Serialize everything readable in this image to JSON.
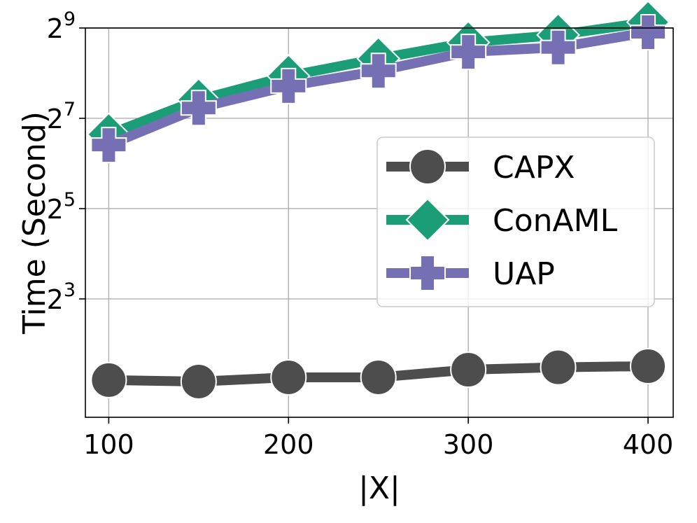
{
  "chart_data": {
    "type": "line",
    "xlabel": "|X|",
    "ylabel": "Time (Second)",
    "x": [
      100,
      150,
      200,
      250,
      300,
      350,
      400
    ],
    "xticks": [
      {
        "value": 100,
        "label": "100"
      },
      {
        "value": 200,
        "label": "200"
      },
      {
        "value": 300,
        "label": "300"
      },
      {
        "value": 400,
        "label": "400"
      }
    ],
    "yscale": "log2",
    "xlim": [
      87,
      414
    ],
    "ylim": [
      1.3,
      512
    ],
    "yticks": [
      {
        "value": 8,
        "base": "2",
        "exp": "3"
      },
      {
        "value": 32,
        "base": "2",
        "exp": "5"
      },
      {
        "value": 128,
        "base": "2",
        "exp": "7"
      },
      {
        "value": 512,
        "base": "2",
        "exp": "9"
      }
    ],
    "grid": true,
    "legend_position": "center-right",
    "series": [
      {
        "name": "CAPX",
        "color": "#4d4d4d",
        "marker": "circle",
        "values": [
          2.3,
          2.25,
          2.4,
          2.4,
          2.7,
          2.8,
          2.85
        ]
      },
      {
        "name": "ConAML",
        "color": "#1b9e77",
        "marker": "diamond",
        "values": [
          100,
          170,
          245,
          320,
          410,
          460,
          560
        ]
      },
      {
        "name": "UAP",
        "color": "#7570b3",
        "marker": "plus",
        "values": [
          85,
          150,
          210,
          265,
          355,
          380,
          480
        ]
      }
    ]
  }
}
